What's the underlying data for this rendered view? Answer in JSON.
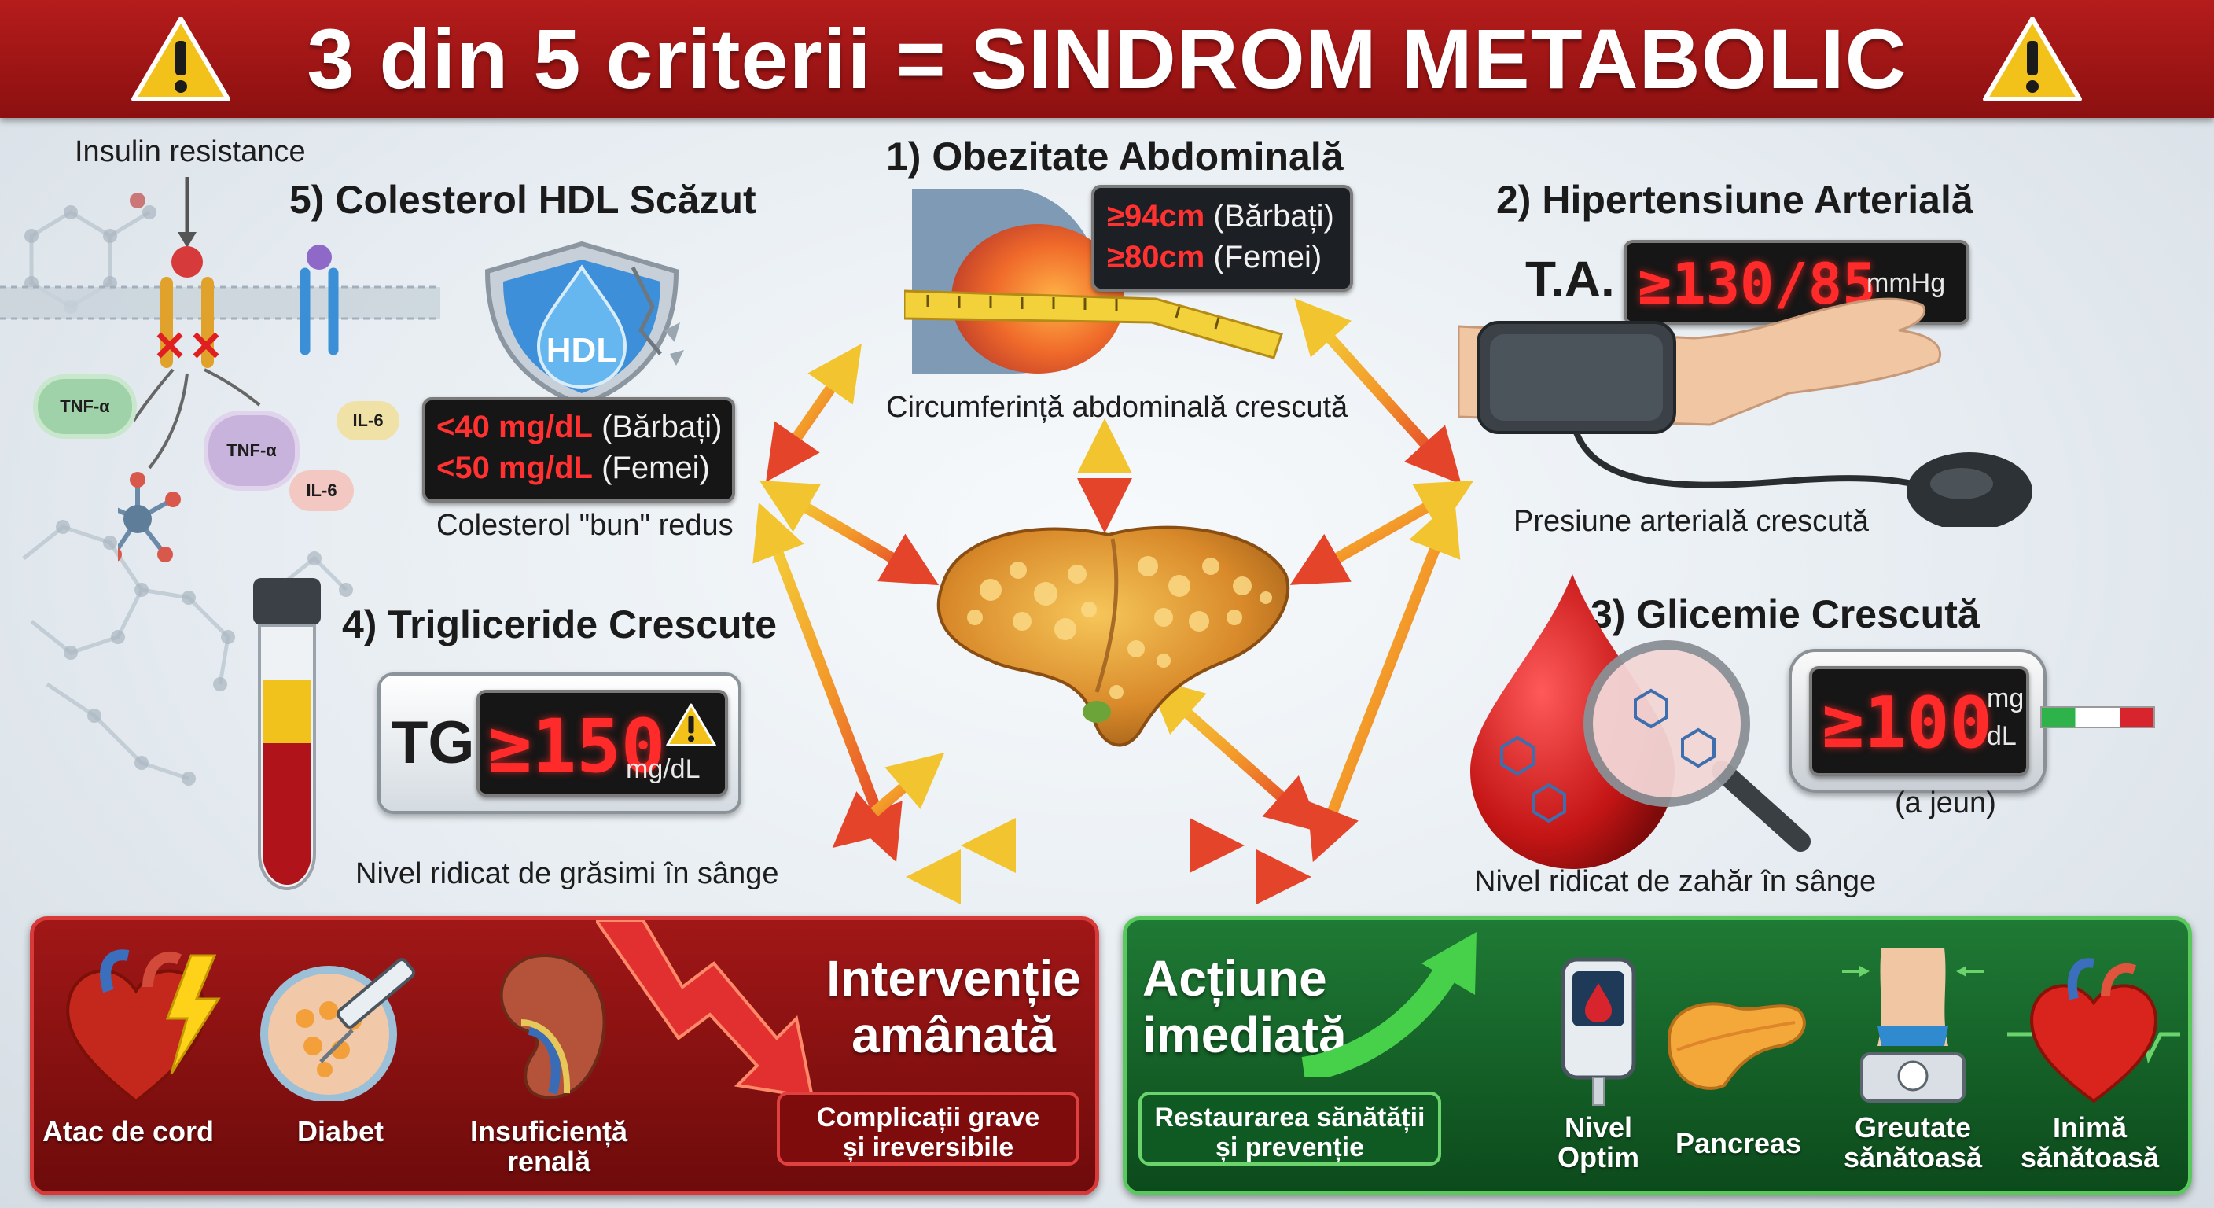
{
  "header": {
    "title": "3 din 5 criterii = SINDROM METABOLIC",
    "color": "#a51515"
  },
  "insulin": {
    "label": "Insulin resistance",
    "tnf_a": "TNF-α",
    "tnf_b": "TNF-α",
    "il6_a": "IL-6",
    "il6_b": "IL-6"
  },
  "criteria": {
    "obesity": {
      "title": "1) Obezitate Abdominală",
      "line1_value": "≥94cm",
      "line1_group": "(Bărbați)",
      "line2_value": "≥80cm",
      "line2_group": "(Femei)",
      "caption": "Circumferință abdominală crescută"
    },
    "hypertension": {
      "title": "2) Hipertensiune Arterială",
      "prefix": "T.A.",
      "value": "≥130/85",
      "unit": "mmHg",
      "caption": "Presiune arterială crescută"
    },
    "glycemia": {
      "title": "3) Glicemie Crescută",
      "value": "≥100",
      "unit_top": "mg",
      "unit_bottom": "dL",
      "note": "(a jeun)",
      "caption": "Nivel ridicat de zahăr în sânge"
    },
    "triglycerides": {
      "title": "4) Trigliceride Crescute",
      "prefix": "TG",
      "value": "≥150",
      "unit": "mg/dL",
      "caption": "Nivel ridicat de grăsimi în sânge"
    },
    "hdl": {
      "title": "5) Colesterol HDL Scăzut",
      "badge": "HDL",
      "line1_value": "<40 mg/dL",
      "line1_group": "(Bărbați)",
      "line2_value": "<50 mg/dL",
      "line2_group": "(Femei)",
      "caption": "Colesterol \"bun\" redus"
    }
  },
  "delayed": {
    "title_line1": "Intervenție",
    "title_line2": "amânată",
    "box_line1": "Complicații grave",
    "box_line2": "și ireversibile",
    "items": [
      {
        "label_line1": "Atac de cord",
        "label_line2": "",
        "icon": "heart-lightning-icon"
      },
      {
        "label_line1": "Diabet",
        "label_line2": "",
        "icon": "pancreas-syringe-icon"
      },
      {
        "label_line1": "Insuficiență",
        "label_line2": "renală",
        "icon": "kidney-icon"
      }
    ],
    "color": "#8c1010"
  },
  "immediate": {
    "title_line1": "Acțiune",
    "title_line2": "imediată",
    "box_line1": "Restaurarea sănătății",
    "box_line2": "și prevenție",
    "items": [
      {
        "label_line1": "Nivel",
        "label_line2": "Optim",
        "icon": "glucometer-icon"
      },
      {
        "label_line1": "Pancreas",
        "label_line2": "",
        "icon": "pancreas-icon"
      },
      {
        "label_line1": "Greutate",
        "label_line2": "sănătoasă",
        "icon": "scale-waist-icon"
      },
      {
        "label_line1": "Inimă",
        "label_line2": "sănătoasă",
        "icon": "healthy-heart-icon"
      }
    ],
    "color": "#1b6e30"
  }
}
